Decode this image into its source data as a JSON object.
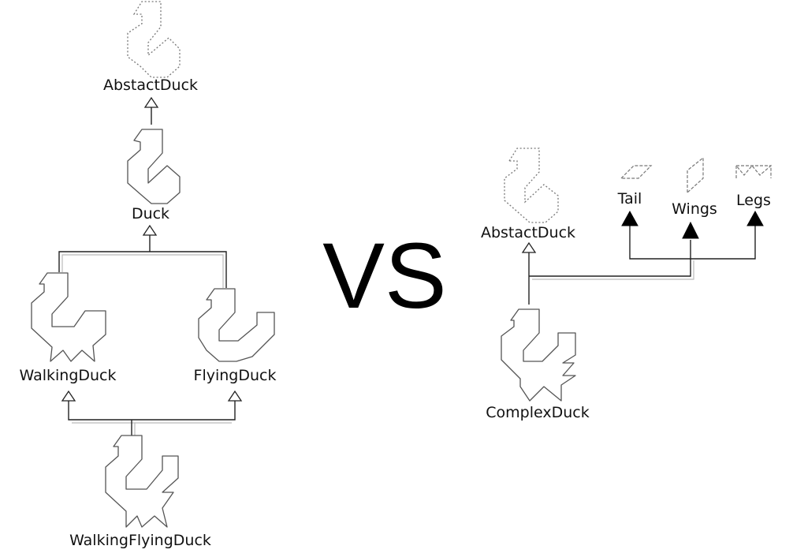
{
  "left_diagram": {
    "nodes": {
      "abstact_duck": "AbstactDuck",
      "duck": "Duck",
      "walking_duck": "WalkingDuck",
      "flying_duck": "FlyingDuck",
      "walking_flying_duck": "WalkingFlyingDuck"
    }
  },
  "separator": "VS",
  "right_diagram": {
    "nodes": {
      "abstact_duck": "AbstactDuck",
      "tail": "Tail",
      "wings": "Wings",
      "legs": "Legs",
      "complex_duck": "ComplexDuck"
    }
  }
}
